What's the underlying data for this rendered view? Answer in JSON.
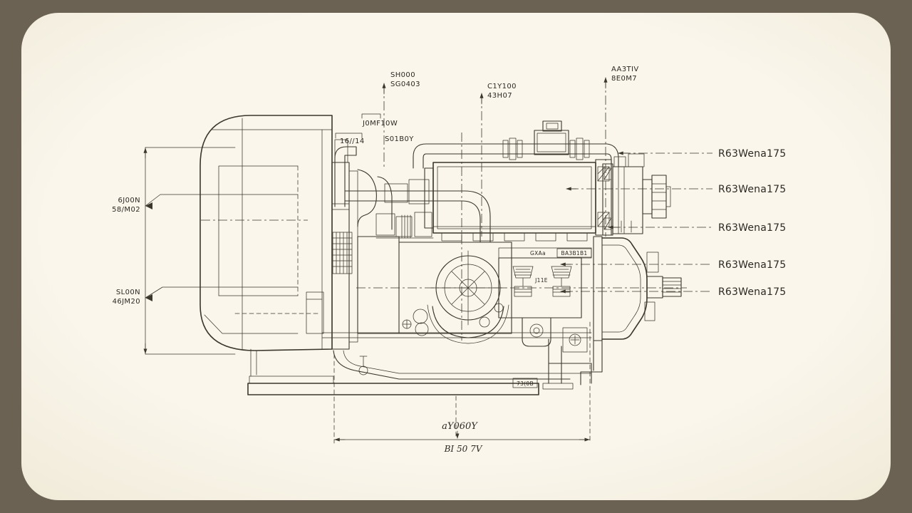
{
  "colors": {
    "frame": "#6b6254",
    "paper": "#faf6ec",
    "paper-edge": "#f0ead8",
    "ink": "#3b372d",
    "text": "#2c2923"
  },
  "right_callouts": [
    {
      "label": "R63Wena175"
    },
    {
      "label": "R63Wena175"
    },
    {
      "label": "R63Wena175"
    },
    {
      "label": "R63Wena175"
    },
    {
      "label": "R63Wena175"
    }
  ],
  "top_callouts": [
    {
      "line1": "SH000",
      "line2": "SG0403"
    },
    {
      "line1": "C1Y100",
      "line2": "43H07"
    },
    {
      "line1": "AA3TIV",
      "line2": "8E0M7"
    }
  ],
  "pipe_labels": {
    "flow": "J0MF10W",
    "inlet": "16//14",
    "body": "S01B0Y"
  },
  "left_dims": [
    {
      "line1": "6J00N",
      "line2": "58/M02"
    },
    {
      "line1": "SL00N",
      "line2": "46JM20"
    }
  ],
  "bottom_dim": {
    "upper": "aY060Y",
    "lower": "BI 50 7V"
  },
  "part_labels": {
    "gxa": "GXAa",
    "plate": "BA3B1B1",
    "j1e": "J11E",
    "base": "73(0B"
  }
}
